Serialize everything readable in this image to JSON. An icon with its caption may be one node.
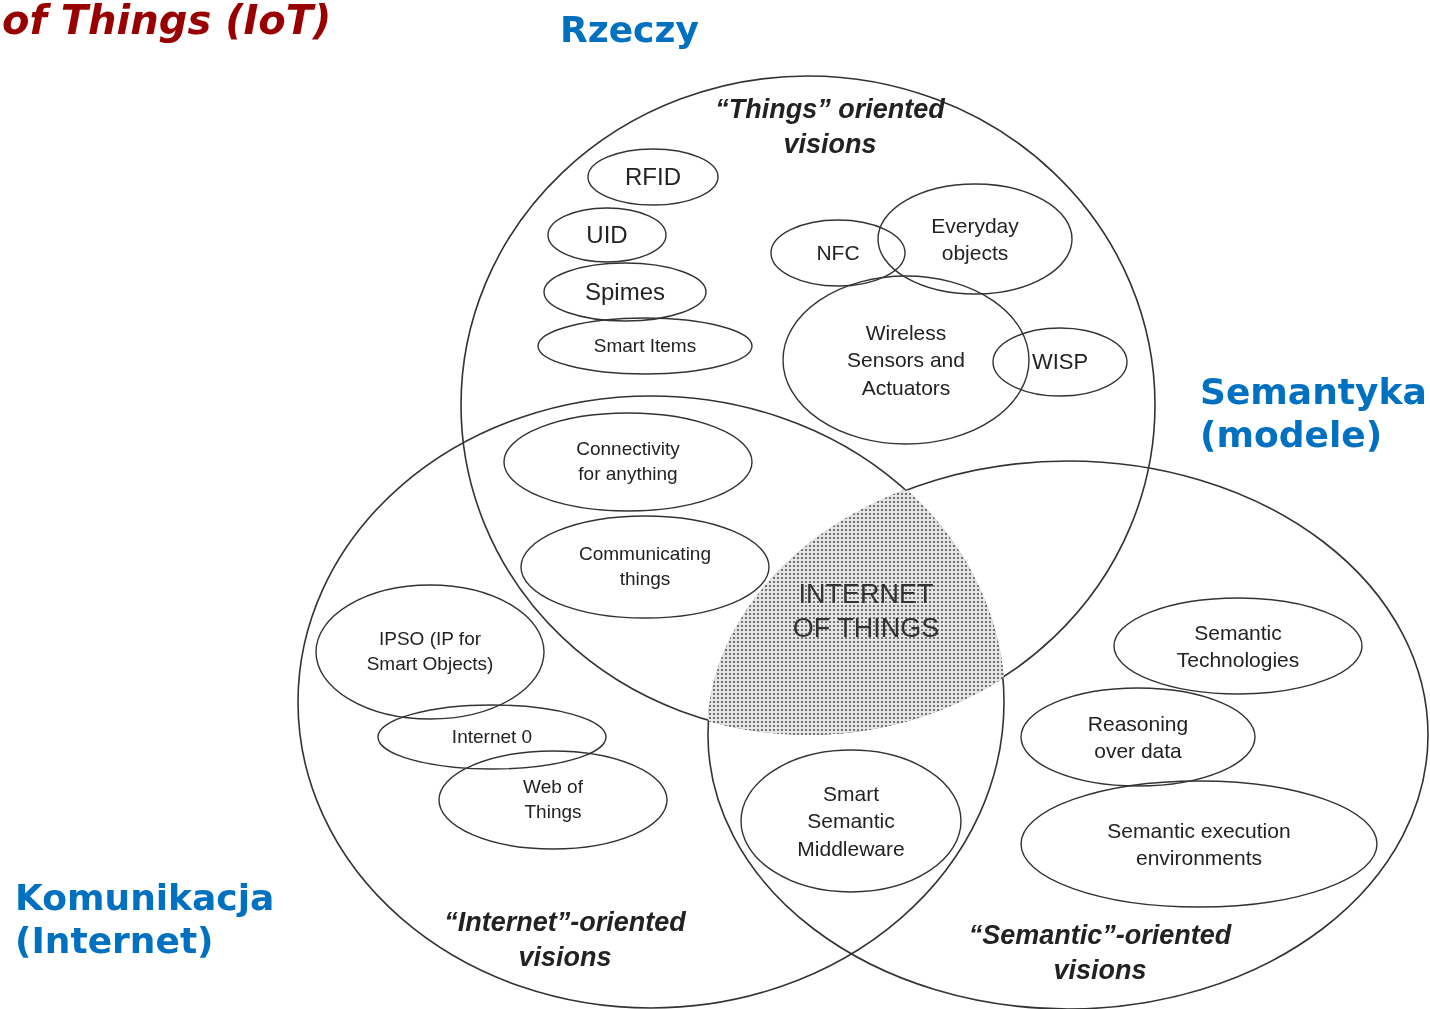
{
  "diagram": {
    "title": "of Things (IoT)",
    "nodes": [
      {
        "text": [
          "“Things” oriented visions"
        ]
      },
      {
        "text": [
          "RFID"
        ],
        "in": 0
      },
      {
        "text": [
          "UID"
        ],
        "in": 0
      },
      {
        "text": [
          "Spimes"
        ],
        "in": 0
      },
      {
        "text": [
          "Smart Items"
        ],
        "in": 0
      },
      {
        "text": [
          "NFC"
        ],
        "in": 0
      },
      {
        "text": [
          "Everyday objects"
        ],
        "in": 0
      },
      {
        "text": [
          "Wireless Sensors and Actuators"
        ],
        "in": 0
      },
      {
        "text": [
          "WISP"
        ],
        "in": 0
      },
      {
        "text": [
          "“Internet”-oriented visions"
        ]
      },
      {
        "text": [
          "Connectivity for anything"
        ]
      },
      {
        "text": [
          "Communicating things"
        ]
      },
      {
        "text": [
          "IPSO (IP for Smart Objects)"
        ],
        "in": 9
      },
      {
        "text": [
          "Internet 0"
        ],
        "in": 9
      },
      {
        "text": [
          "Web of Things"
        ],
        "in": 9
      },
      {
        "text": [
          "INTERNET OF THINGS"
        ]
      },
      {
        "text": [
          "“Semantic”-oriented visions"
        ]
      },
      {
        "text": [
          "Smart Semantic Middleware"
        ]
      },
      {
        "text": [
          "Semantic Technologies"
        ],
        "in": 16
      },
      {
        "text": [
          "Reasoning over data"
        ],
        "in": 16
      },
      {
        "text": [
          "Semantic execution environments"
        ],
        "in": 16
      }
    ],
    "labels": [
      "Rzeczy",
      "Semantyka (modele)",
      "Komunikacja (Internet)"
    ]
  }
}
